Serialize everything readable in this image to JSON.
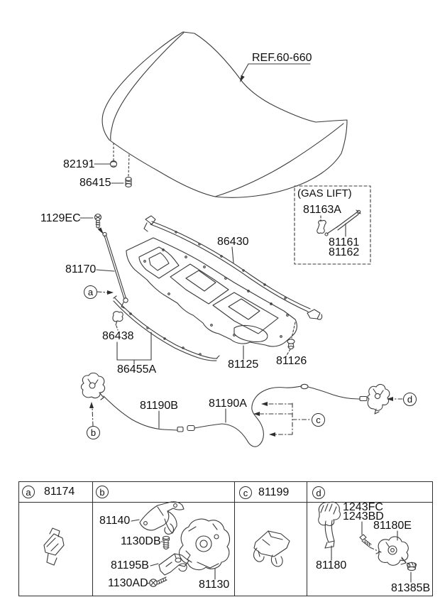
{
  "diagram": {
    "ref_label": "REF.60-660",
    "parts": {
      "p82191": "82191",
      "p86415": "86415",
      "p1129ec": "1129EC",
      "p81170": "81170",
      "p86430": "86430",
      "p86438": "86438",
      "p86455a": "86455A",
      "p81125": "81125",
      "p81126": "81126",
      "p81190b": "81190B",
      "p81190a": "81190A"
    },
    "gas_lift": {
      "title": "(GAS LIFT)",
      "p81163a": "81163A",
      "p81161": "81161",
      "p81162": "81162"
    },
    "callouts": {
      "a": "a",
      "b": "b",
      "c": "c",
      "d": "d"
    }
  },
  "table": {
    "a": {
      "letter": "a",
      "part": "81174"
    },
    "b": {
      "letter": "b",
      "p81140": "81140",
      "p1130db": "1130DB",
      "p81195b": "81195B",
      "p1130ad": "1130AD",
      "p81130": "81130"
    },
    "c": {
      "letter": "c",
      "part": "81199"
    },
    "d": {
      "letter": "d",
      "p1243fc": "1243FC",
      "p1243bd": "1243BD",
      "p81180e": "81180E",
      "p81180": "81180",
      "p81385b": "81385B"
    }
  },
  "colors": {
    "line": "#3a3a3a",
    "text": "#0f0f0f",
    "background": "#ffffff"
  }
}
